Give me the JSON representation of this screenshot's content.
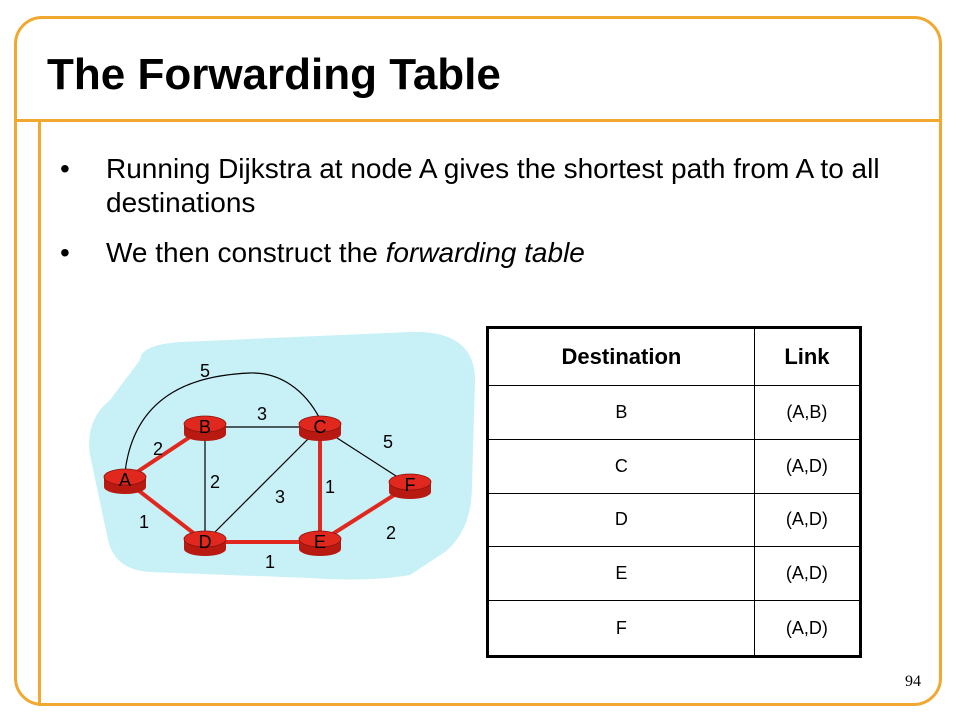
{
  "slide": {
    "title": "The Forwarding Table",
    "page_number": "94"
  },
  "bullets": [
    {
      "pre": "Running Dijkstra at node A gives the shortest path from A to all destinations",
      "em": "",
      "post": ""
    },
    {
      "pre": "We then construct the ",
      "em": "forwarding table",
      "post": ""
    }
  ],
  "graph": {
    "nodes": [
      "A",
      "B",
      "C",
      "D",
      "E",
      "F"
    ],
    "edges": [
      {
        "from": "A",
        "to": "B",
        "weight": "2",
        "highlight": true
      },
      {
        "from": "A",
        "to": "D",
        "weight": "1",
        "highlight": true
      },
      {
        "from": "B",
        "to": "C",
        "weight": "3",
        "highlight": false
      },
      {
        "from": "B",
        "to": "D",
        "weight": "2",
        "highlight": false
      },
      {
        "from": "D",
        "to": "C",
        "weight": "3",
        "highlight": false
      },
      {
        "from": "C",
        "to": "E",
        "weight": "1",
        "highlight": true
      },
      {
        "from": "D",
        "to": "E",
        "weight": "1",
        "highlight": true
      },
      {
        "from": "C",
        "to": "F",
        "weight": "5",
        "highlight": false
      },
      {
        "from": "E",
        "to": "F",
        "weight": "2",
        "highlight": true
      },
      {
        "from": "A",
        "to": "C",
        "weight": "5",
        "highlight": false
      }
    ],
    "colors": {
      "cloud": "#c8f0f7",
      "node": "#e0281e",
      "highlight_edge": "#e0281e",
      "edge": "#000000"
    }
  },
  "table": {
    "headers": [
      "Destination",
      "Link"
    ],
    "rows": [
      [
        "B",
        "(A,B)"
      ],
      [
        "C",
        "(A,D)"
      ],
      [
        "D",
        "(A,D)"
      ],
      [
        "E",
        "(A,D)"
      ],
      [
        "F",
        "(A,D)"
      ]
    ]
  },
  "colors": {
    "frame": "#f0a830"
  }
}
